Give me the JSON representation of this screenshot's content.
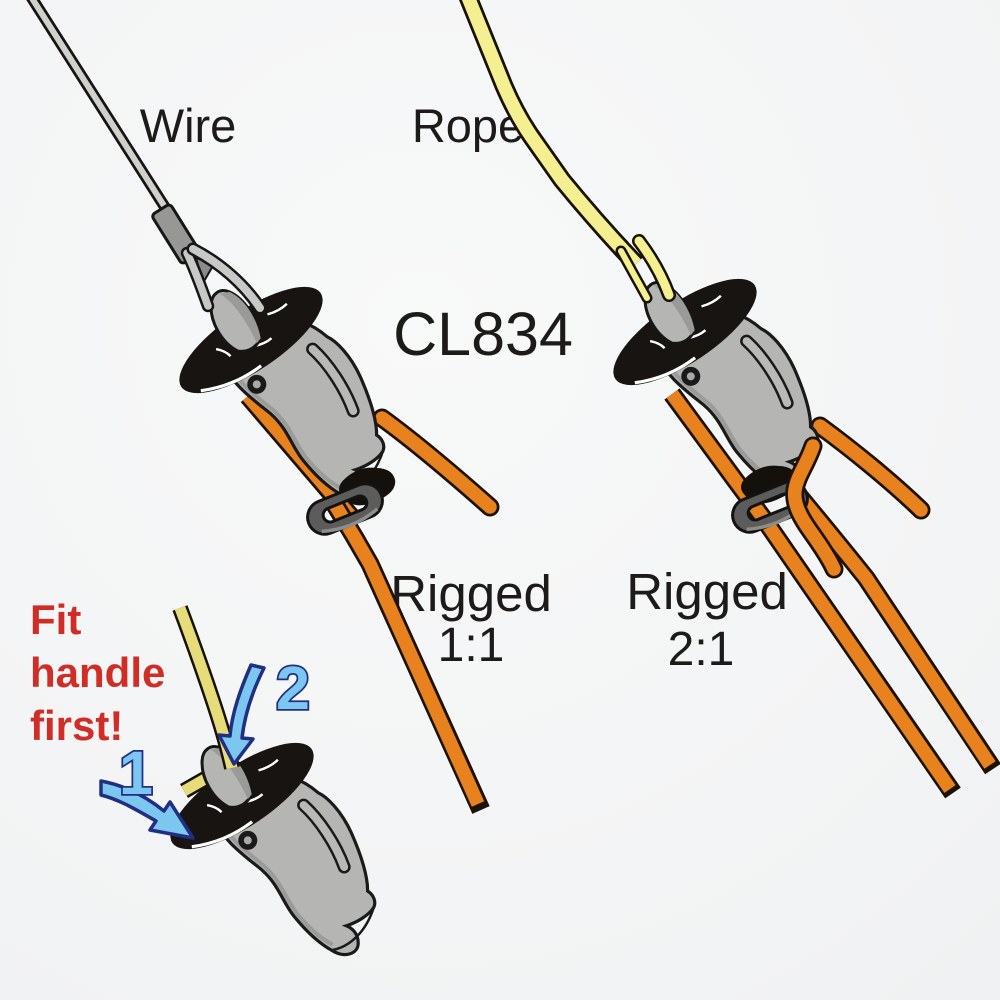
{
  "product": {
    "code": "CL834"
  },
  "labels": {
    "wire": "Wire",
    "rope": "Rope",
    "rigged_1_1": {
      "line1": "Rigged",
      "line2": "1:1"
    },
    "rigged_2_1": {
      "line1": "Rigged",
      "line2": "2:1"
    },
    "note": {
      "line1": "Fit",
      "line2": "handle",
      "line3": "first!"
    },
    "steps": {
      "step1": "1",
      "step2": "2"
    }
  },
  "parts": [
    "trapeze-wire",
    "wire-ferrule",
    "wire-fork",
    "yellow-rope",
    "rope-fork",
    "mushroom-cap",
    "handle-knob",
    "handle-body",
    "rivet",
    "cleat-ring",
    "cam-cleat",
    "orange-trapeze-line",
    "step-arrow-1",
    "step-arrow-2"
  ],
  "colors": {
    "background": "#F2F3F4",
    "orange_rope": "#E8821F",
    "yellow_rope": "#F4EF90",
    "demo_yellow_rope": "#E6DD7A",
    "wire_gray": "#D0D0CD",
    "handle_gray": "#B5B5B3",
    "cap_black": "#171412",
    "ring_gray": "#5C5C5A",
    "note_red": "#D02D27",
    "arrow_blue_fill": "#7CC7F0",
    "arrow_blue_outline": "#222E82",
    "text_black": "#1D1B19"
  }
}
